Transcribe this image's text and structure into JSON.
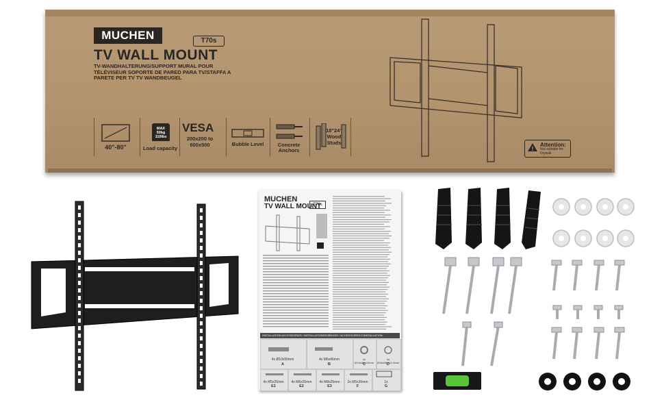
{
  "box": {
    "brand": "MUCHEN",
    "model": "T70s",
    "title": "TV WALL MOUNT",
    "subtitle": "TV-WANDHALTERUNG/SUPPORT MURAL POUR TÉLÉVISEUR SOPORTE DE PARED PARA TV/STAFFA A PARETE PER TV TV WANDBEUGEL",
    "features": {
      "screen_size": "40\"-80\"",
      "weight_badge": "MAX 50kg 110lbs",
      "load_capacity": "Load capacity",
      "vesa_title": "VESA",
      "vesa_values": "200x200 to 600x500",
      "bubble_level": "Bubble Level",
      "anchors": "Concrete Anchors",
      "studs": "18\"24\" Wood Studs"
    },
    "attention_title": "Attention:",
    "attention_text": "Not suitable for Drywall"
  },
  "manual": {
    "brand": "MUCHEN",
    "title": "TV WALL MOUNT",
    "model": "T70s",
    "accessories_header": "INSTALLATION ACCESSORIES / INSTALLATIONSZUBEHÖR / ACCESSOIRES D'INSTALLATION",
    "items": [
      {
        "qty": "4x Ø10x50mm",
        "key": "A"
      },
      {
        "qty": "4x M6x45mm",
        "key": "B"
      },
      {
        "qty": "4x Ø14xØ6x10mm",
        "key": "C"
      },
      {
        "qty": "4x Ø15xØ6.7x1.5mm",
        "key": "D"
      },
      {
        "qty": "4x M5x25mm",
        "key": "E1"
      },
      {
        "qty": "4x M6x25mm",
        "key": "E2"
      },
      {
        "qty": "4x M8x25mm",
        "key": "E3"
      },
      {
        "qty": "2x M5x30mm",
        "key": "F"
      },
      {
        "qty": "1x",
        "key": "G"
      }
    ]
  },
  "colors": {
    "cardboard": "#b3946f",
    "ink": "#2a2622",
    "metal": "#1e1e1e",
    "level_green": "#5cc43a"
  }
}
